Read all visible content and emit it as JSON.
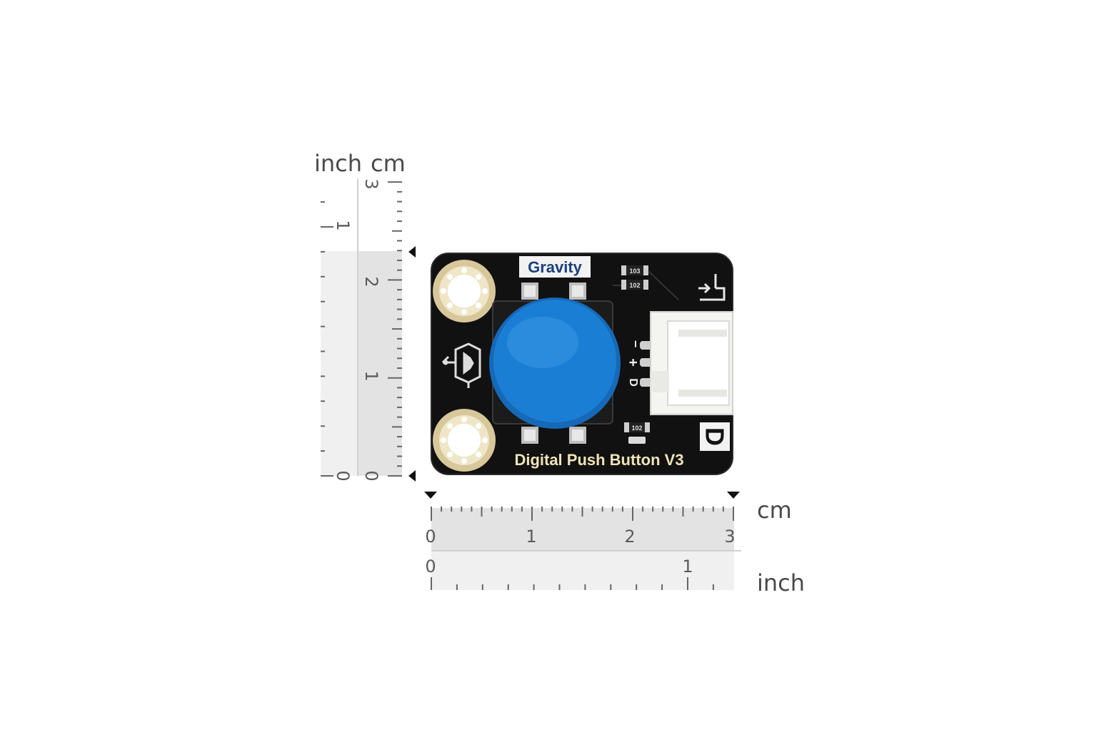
{
  "rulers": {
    "vertical": {
      "inch_label": "inch",
      "cm_label": "cm",
      "inch_numbers": [
        "0",
        "1"
      ],
      "cm_numbers": [
        "0",
        "1",
        "2",
        "3"
      ]
    },
    "horizontal": {
      "cm_label": "cm",
      "inch_label": "inch",
      "cm_numbers": [
        "0",
        "1",
        "2",
        "3"
      ],
      "inch_numbers": [
        "0",
        "1"
      ]
    }
  },
  "board": {
    "brand_label": "Gravity",
    "product_label": "Digital Push Button V3",
    "pin_minus": "−",
    "pin_plus": "+",
    "pin_signal": "D",
    "corner_badge": "D",
    "resistor_top_1": "103",
    "resistor_top_2": "102",
    "resistor_bottom": "102",
    "colors": {
      "pcb": "#111111",
      "button_cap": "#1a7fd4",
      "label_bg": "#f2f2f2",
      "gold": "#d8c79a"
    }
  }
}
